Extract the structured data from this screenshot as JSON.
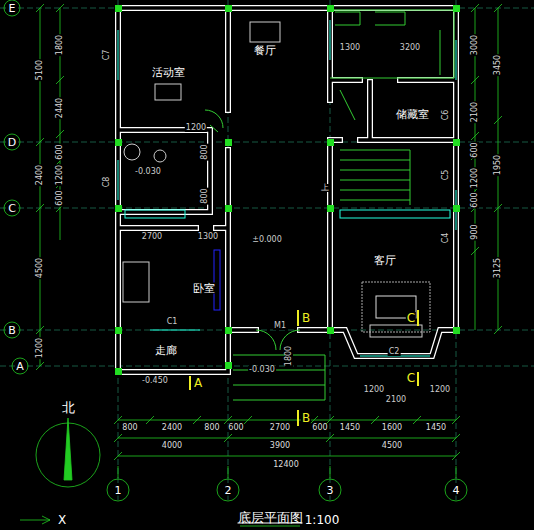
{
  "diagram": {
    "title": "底层平面图",
    "labels": [
      "E",
      "D",
      "C",
      "B",
      "A",
      "5100",
      "1800",
      "2440",
      "600",
      "2400",
      "1200",
      "600",
      "4500",
      "1200",
      "3000",
      "3450",
      "2100",
      "1950",
      "600",
      "1200",
      "600",
      "900",
      "3125",
      "800",
      "2400",
      "800",
      "600",
      "2700",
      "600",
      "1450",
      "1600",
      "1450",
      "4000",
      "3900",
      "4500",
      "12400",
      "1",
      "2",
      "3",
      "4",
      "活动室",
      "餐厅",
      "储藏室",
      "卧室",
      "客厅",
      "走廊",
      "1300",
      "3200",
      "C7",
      "C8",
      "C6",
      "C5",
      "C4",
      "C1",
      "M1",
      "C2",
      "1200",
      "800",
      "800",
      "2700",
      "1300",
      "±0.000",
      "上",
      "-0.030",
      "-0.450",
      "-0.030",
      "1800",
      "1200",
      "2100",
      "1200",
      "A",
      "B",
      "B",
      "C",
      "C",
      "北",
      "X",
      "1:100"
    ]
  }
}
